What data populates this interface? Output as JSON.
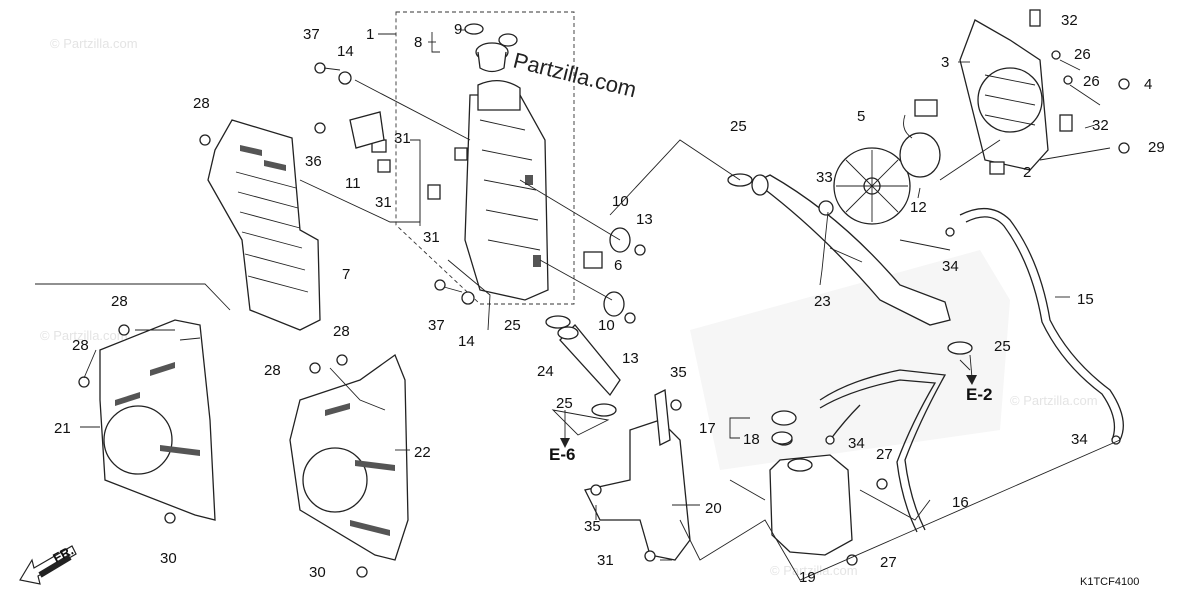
{
  "watermark": "© Partzilla.com",
  "brand": "Partzilla.com",
  "diagram_code": "K1TCF4100",
  "direction_label": "FR.",
  "references": [
    "E-6",
    "E-2"
  ],
  "callouts": [
    {
      "id": "c37a",
      "label": "37"
    },
    {
      "id": "c14a",
      "label": "14"
    },
    {
      "id": "c1",
      "label": "1"
    },
    {
      "id": "c9",
      "label": "9"
    },
    {
      "id": "c8",
      "label": "8"
    },
    {
      "id": "c28a",
      "label": "28"
    },
    {
      "id": "c36",
      "label": "36"
    },
    {
      "id": "c11",
      "label": "11"
    },
    {
      "id": "c31a",
      "label": "31"
    },
    {
      "id": "c31b",
      "label": "31"
    },
    {
      "id": "c31c",
      "label": "31"
    },
    {
      "id": "c7",
      "label": "7"
    },
    {
      "id": "c10a",
      "label": "10"
    },
    {
      "id": "c13a",
      "label": "13"
    },
    {
      "id": "c6",
      "label": "6"
    },
    {
      "id": "c10b",
      "label": "10"
    },
    {
      "id": "c13b",
      "label": "13"
    },
    {
      "id": "c37b",
      "label": "37"
    },
    {
      "id": "c14b",
      "label": "14"
    },
    {
      "id": "c25a",
      "label": "25"
    },
    {
      "id": "c24",
      "label": "24"
    },
    {
      "id": "c25b",
      "label": "25"
    },
    {
      "id": "c28b",
      "label": "28"
    },
    {
      "id": "c28c",
      "label": "28"
    },
    {
      "id": "c21",
      "label": "21"
    },
    {
      "id": "c30a",
      "label": "30"
    },
    {
      "id": "c28d",
      "label": "28"
    },
    {
      "id": "c28e",
      "label": "28"
    },
    {
      "id": "c22",
      "label": "22"
    },
    {
      "id": "c30b",
      "label": "30"
    },
    {
      "id": "c35a",
      "label": "35"
    },
    {
      "id": "c17",
      "label": "17"
    },
    {
      "id": "c18",
      "label": "18"
    },
    {
      "id": "c35b",
      "label": "35"
    },
    {
      "id": "c20",
      "label": "20"
    },
    {
      "id": "c31d",
      "label": "31"
    },
    {
      "id": "c19",
      "label": "19"
    },
    {
      "id": "c34a",
      "label": "34"
    },
    {
      "id": "c27a",
      "label": "27"
    },
    {
      "id": "c27b",
      "label": "27"
    },
    {
      "id": "c16",
      "label": "16"
    },
    {
      "id": "c25c",
      "label": "25"
    },
    {
      "id": "c23",
      "label": "23"
    },
    {
      "id": "c33",
      "label": "33"
    },
    {
      "id": "c5",
      "label": "5"
    },
    {
      "id": "c12",
      "label": "12"
    },
    {
      "id": "c34b",
      "label": "34"
    },
    {
      "id": "c15",
      "label": "15"
    },
    {
      "id": "c25d",
      "label": "25"
    },
    {
      "id": "c34c",
      "label": "34"
    },
    {
      "id": "c3",
      "label": "3"
    },
    {
      "id": "c32a",
      "label": "32"
    },
    {
      "id": "c26a",
      "label": "26"
    },
    {
      "id": "c26b",
      "label": "26"
    },
    {
      "id": "c4",
      "label": "4"
    },
    {
      "id": "c32b",
      "label": "32"
    },
    {
      "id": "c29",
      "label": "29"
    },
    {
      "id": "c2",
      "label": "2"
    }
  ]
}
